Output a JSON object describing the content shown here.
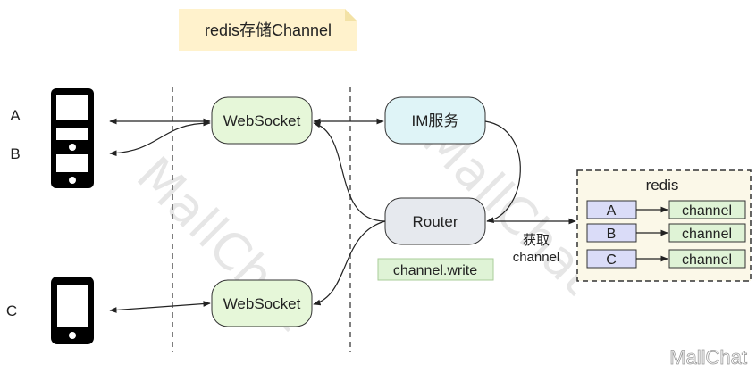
{
  "note": {
    "text": "redis存储Channel"
  },
  "clients": [
    {
      "label": "A"
    },
    {
      "label": "B"
    },
    {
      "label": "C"
    }
  ],
  "nodes": {
    "websocket_top": "WebSocket",
    "websocket_bottom": "WebSocket",
    "im_service": "IM服务",
    "router": "Router",
    "channel_write": "channel.write"
  },
  "edge_labels": {
    "get_channel_line1": "获取",
    "get_channel_line2": "channel"
  },
  "redis": {
    "title": "redis",
    "rows": [
      {
        "key": "A",
        "value": "channel"
      },
      {
        "key": "B",
        "value": "channel"
      },
      {
        "key": "C",
        "value": "channel"
      }
    ]
  },
  "watermarks": {
    "diagonal": "MallChat",
    "corner": "MallChat"
  },
  "colors": {
    "note_fill": "#fff2cc",
    "websocket_fill": "#e6f7d9",
    "im_fill": "#dff4f7",
    "router_fill": "#e6e9ee",
    "redis_fill": "#fbf8e8",
    "redis_key_fill": "#dadcf8",
    "redis_value_fill": "#dff3d6"
  }
}
